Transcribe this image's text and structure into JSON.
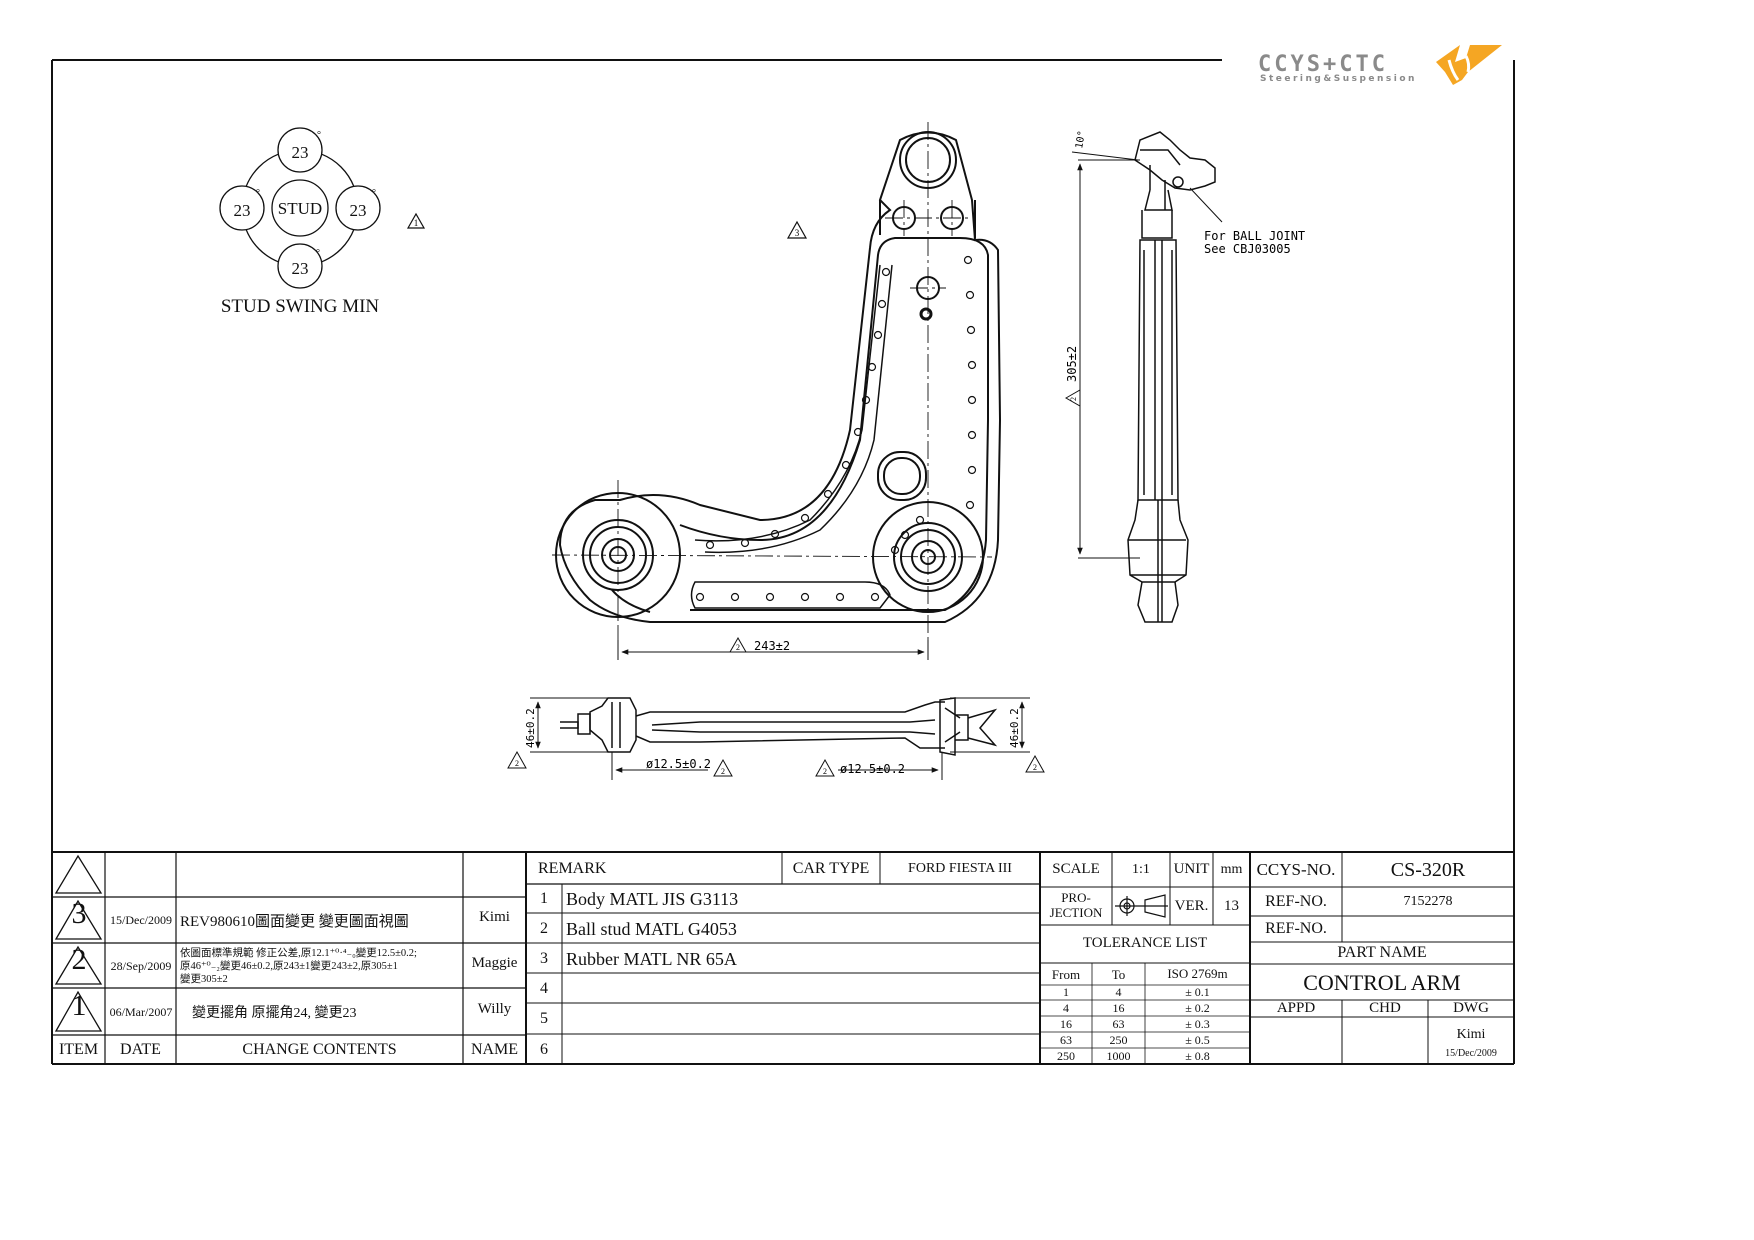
{
  "logo": {
    "brand": "CCYS+CTC",
    "tagline": "Steering&Suspension",
    "accent_color": "#f5a623",
    "ink_color": "#8a8a8a"
  },
  "stud_swing": {
    "title": "STUD SWING MIN",
    "center_label": "STUD",
    "top_value": "23",
    "left_value": "23",
    "right_value": "23",
    "bottom_value": "23",
    "degree_mark": "°",
    "revision_mark": "1"
  },
  "main_view": {
    "revision_mark": "3",
    "width_dim": "243±2",
    "width_dim_rev": "2"
  },
  "side_view": {
    "angle_dim": "10°",
    "height_dim": "305±2",
    "height_dim_rev": "2",
    "note_line1": "For BALL JOINT",
    "note_line2": "See CBJ03005"
  },
  "bottom_view": {
    "left_height_dim": "46±0.2",
    "right_height_dim": "46±0.2",
    "left_bore_dim": "ø12.5±0.2",
    "right_bore_dim": "ø12.5±0.2",
    "rev_mark": "2"
  },
  "revisions": {
    "headers": {
      "item": "ITEM",
      "date": "DATE",
      "contents": "CHANGE CONTENTS",
      "name": "NAME"
    },
    "rows": [
      {
        "item": "3",
        "date": "15/Dec/2009",
        "contents": [
          "REV980610圖面變更 變更圖面視圖"
        ],
        "name": "Kimi"
      },
      {
        "item": "2",
        "date": "28/Sep/2009",
        "contents": [
          "依圖面標準規範 修正公差,原12.1⁺⁰·⁴₋₀變更12.5±0.2;",
          "原46⁺⁰₋₂變更46±0.2,原243±1變更243±2,原305±1",
          "變更305±2"
        ],
        "name": "Maggie"
      },
      {
        "item": "1",
        "date": "06/Mar/2007",
        "contents": [
          "變更擺角  原擺角24, 變更23"
        ],
        "name": "Willy"
      }
    ]
  },
  "remarks": {
    "header": "REMARK",
    "car_type_label": "CAR TYPE",
    "car_type_value": "FORD FIESTA III",
    "rows": [
      {
        "no": "1",
        "text": "Body MATL JIS G3113"
      },
      {
        "no": "2",
        "text": "Ball stud MATL G4053"
      },
      {
        "no": "3",
        "text": "Rubber MATL NR 65A"
      },
      {
        "no": "4",
        "text": ""
      },
      {
        "no": "5",
        "text": ""
      },
      {
        "no": "6",
        "text": ""
      }
    ]
  },
  "spec": {
    "scale_label": "SCALE",
    "scale_value": "1:1",
    "unit_label": "UNIT",
    "unit_value": "mm",
    "projection_label_1": "PRO-",
    "projection_label_2": "JECTION",
    "ver_label": "VER.",
    "ver_value": "13",
    "tolerance_title": "TOLERANCE LIST",
    "tolerance_headers": {
      "from": "From",
      "to": "To",
      "iso": "ISO 2769m"
    },
    "tolerance_rows": [
      {
        "from": "1",
        "to": "4",
        "tol": "± 0.1"
      },
      {
        "from": "4",
        "to": "16",
        "tol": "± 0.2"
      },
      {
        "from": "16",
        "to": "63",
        "tol": "± 0.3"
      },
      {
        "from": "63",
        "to": "250",
        "tol": "± 0.5"
      },
      {
        "from": "250",
        "to": "1000",
        "tol": "± 0.8"
      }
    ]
  },
  "title_block": {
    "ccys_label": "CCYS-NO.",
    "ccys_value": "CS-320R",
    "ref_label_1": "REF-NO.",
    "ref_value_1": "7152278",
    "ref_label_2": "REF-NO.",
    "ref_value_2": "",
    "part_name_label": "PART NAME",
    "part_name_value": "CONTROL ARM",
    "appd_label": "APPD",
    "chd_label": "CHD",
    "dwg_label": "DWG",
    "dwg_name": "Kimi",
    "dwg_date": "15/Dec/2009"
  }
}
